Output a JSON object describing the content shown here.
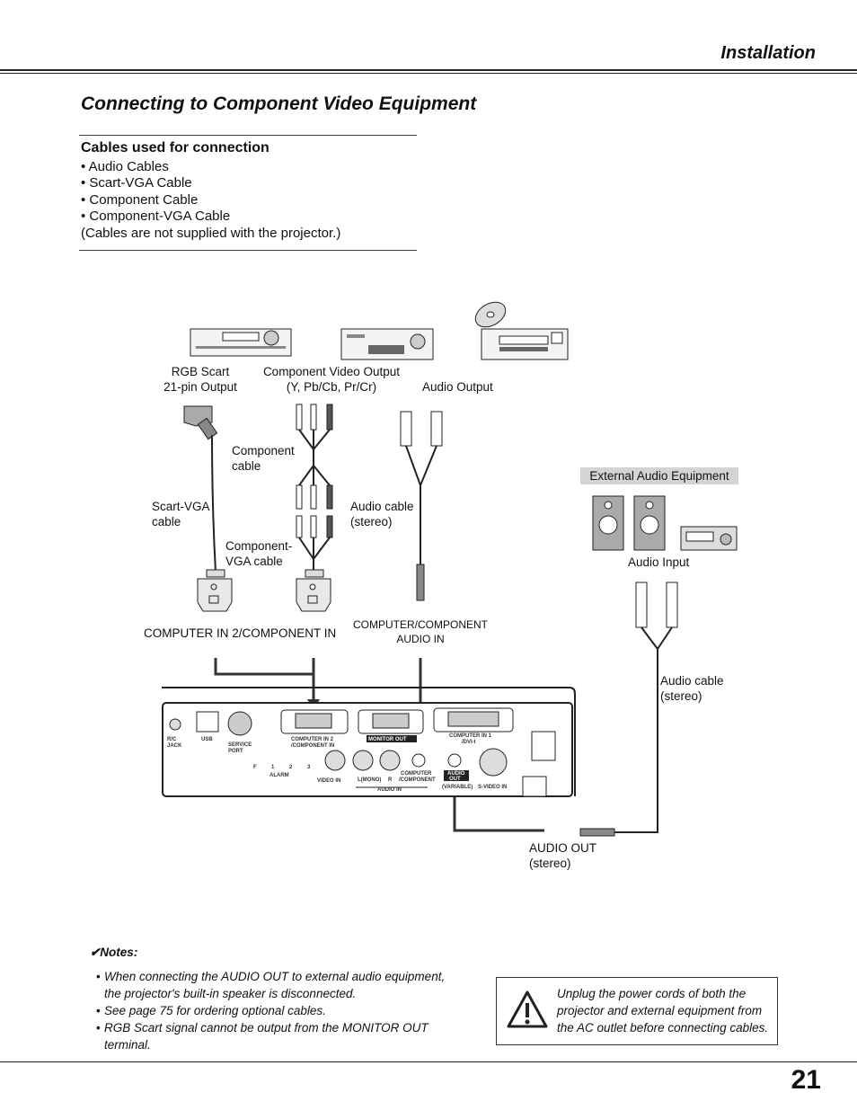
{
  "header": {
    "section": "Installation"
  },
  "title": "Connecting to Component Video Equipment",
  "cables": {
    "heading": "Cables used for connection",
    "items": [
      "• Audio Cables",
      "• Scart-VGA Cable",
      "• Component Cable",
      "• Component-VGA Cable"
    ],
    "note": "(Cables are not supplied with the projector.)"
  },
  "diagram": {
    "rgb_scart": [
      "RGB Scart",
      "21-pin Output"
    ],
    "component_output": [
      "Component Video Output",
      "(Y, Pb/Cb, Pr/Cr)"
    ],
    "audio_output": "Audio Output",
    "component_cable": [
      "Component",
      "cable"
    ],
    "scart_vga_cable": [
      "Scart-VGA",
      "cable"
    ],
    "audio_cable_stereo": [
      "Audio cable",
      "(stereo)"
    ],
    "component_vga_cable": [
      "Component-",
      "VGA cable"
    ],
    "external_audio": "External Audio Equipment",
    "audio_input": "Audio Input",
    "computer_in2": "COMPUTER IN 2/COMPONENT IN",
    "computer_component_audio": [
      "COMPUTER/COMPONENT",
      "AUDIO IN"
    ],
    "audio_cable_stereo_2": [
      "Audio cable",
      "(stereo)"
    ],
    "audio_out": [
      "AUDIO OUT",
      "(stereo)"
    ],
    "panel": {
      "rc_jack": [
        "R/C",
        "JACK"
      ],
      "usb": "USB",
      "service_port": [
        "SERVICE",
        "PORT"
      ],
      "computer_in2": [
        "COMPUTER IN 2",
        "/COMPONENT IN"
      ],
      "monitor_out": "MONITOR OUT",
      "computer_in1": [
        "COMPUTER IN 1",
        "/DVI-I"
      ],
      "alarm": "ALARM",
      "video_in": "VIDEO IN",
      "l_mono": "L(MONO)",
      "r": "R",
      "audio_in": "AUDIO IN",
      "computer_component": [
        "COMPUTER",
        "/COMPONENT"
      ],
      "audio_out": [
        "AUDIO",
        "OUT"
      ],
      "variable": "(VARIABLE)",
      "s_video_in": "S-VIDEO IN",
      "f": "F",
      "n1": "1",
      "n2": "2",
      "n3": "3"
    }
  },
  "notes": {
    "heading": "✔Notes:",
    "items": [
      "When connecting the AUDIO OUT to external audio equipment, the projector's built-in speaker is disconnected.",
      "See page 75 for ordering optional cables.",
      "RGB Scart signal cannot be output from the MONITOR OUT terminal."
    ]
  },
  "warning": "Unplug the power cords of both the projector and external equipment from the AC outlet before connecting cables.",
  "page_number": "21"
}
